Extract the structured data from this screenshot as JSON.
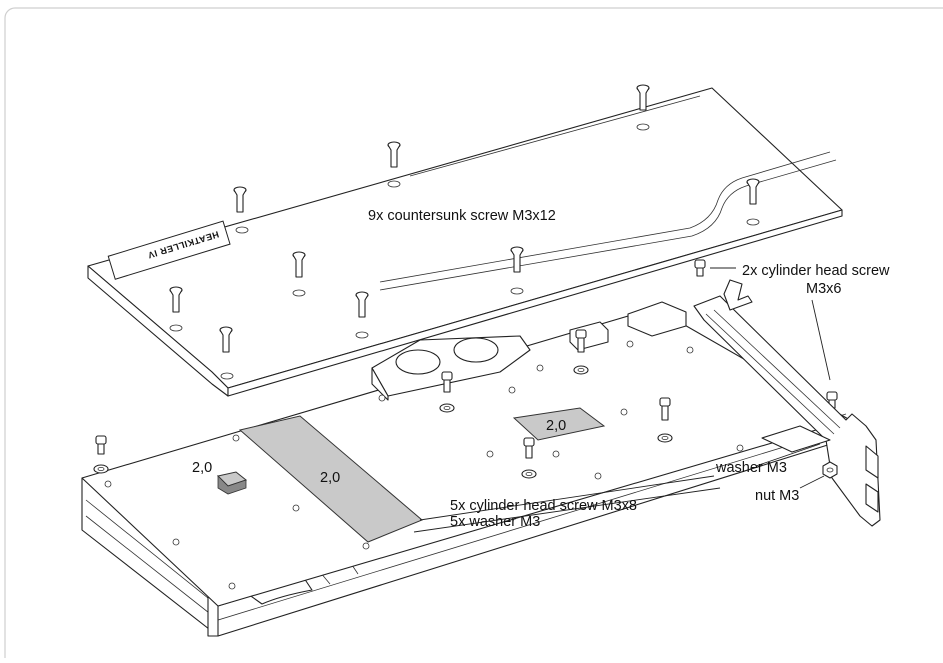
{
  "labels": {
    "countersunk": "9x countersunk screw M3x12",
    "cyl_head_small_1": "2x cylinder head screw",
    "cyl_head_small_2": "M3x6",
    "cyl_head_long": "5x cylinder head screw M3x8",
    "washer_set": "5x washer M3",
    "washer": "washer M3",
    "nut": "nut M3",
    "pad_thickness_small": "2,0",
    "pad_thickness_large": "2,0",
    "pad_thickness_square": "2,0",
    "backplate_logo": "HEATKILLER IV"
  },
  "colors": {
    "line": "#222222",
    "thermal_pad": "#c9c9c9",
    "background": "#ffffff"
  }
}
